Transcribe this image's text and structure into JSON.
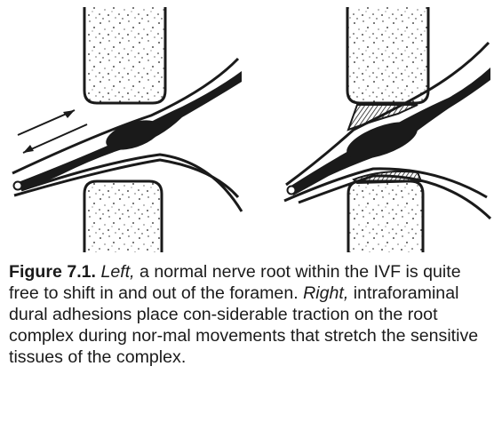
{
  "caption": {
    "label": "Figure 7.1.",
    "left_word": "Left,",
    "part1": " a normal nerve root within the IVF is quite free to shift in and out of the foramen.",
    "right_word": "Right,",
    "part2": " intraforaminal dural adhesions place con-siderable traction on the root complex during nor-mal movements that stretch the sensitive tissues of the complex."
  },
  "colors": {
    "ink": "#1a1a1a",
    "paper": "#ffffff"
  }
}
